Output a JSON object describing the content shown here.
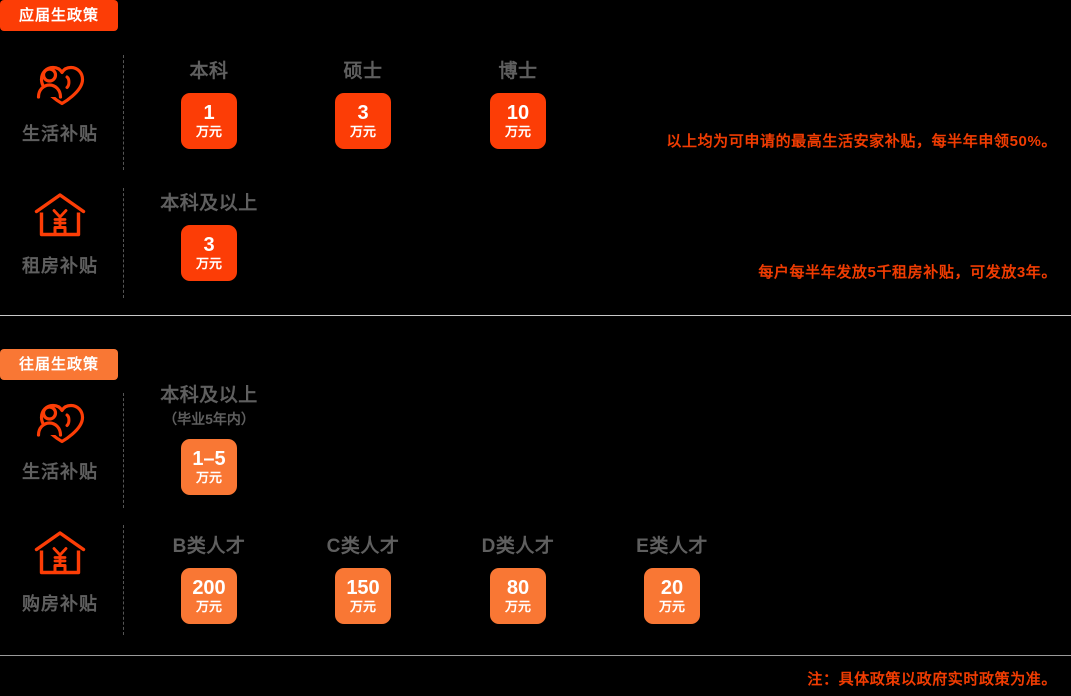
{
  "page": {
    "background": "#000000",
    "accent_strong": "#FC3D06",
    "accent_light": "#F97734",
    "label_gray": "#5F5F5F",
    "note_color": "#F03C02"
  },
  "sections": [
    {
      "badge": "应届生政策",
      "badge_color": "#FC3D06",
      "rows": [
        {
          "icon": "person-in-heart-icon",
          "caption": "生活补贴",
          "columns": [
            {
              "title": "本科",
              "sub": "",
              "value": "1",
              "unit": "万元",
              "chip_color": "#FC3D06"
            },
            {
              "title": "硕士",
              "sub": "",
              "value": "3",
              "unit": "万元",
              "chip_color": "#FC3D06"
            },
            {
              "title": "博士",
              "sub": "",
              "value": "10",
              "unit": "万元",
              "chip_color": "#FC3D06"
            }
          ],
          "note": "以上均为可申请的最高生活安家补贴，每半年申领50%。"
        },
        {
          "icon": "house-yuan-icon",
          "caption": "租房补贴",
          "columns": [
            {
              "title": "本科及以上",
              "sub": "",
              "value": "3",
              "unit": "万元",
              "chip_color": "#FC3D06"
            }
          ],
          "note": "每户每半年发放5千租房补贴，可发放3年。"
        }
      ]
    },
    {
      "badge": "往届生政策",
      "badge_color": "#F97734",
      "rows": [
        {
          "icon": "person-in-heart-icon",
          "caption": "生活补贴",
          "columns": [
            {
              "title": "本科及以上",
              "sub": "（毕业5年内）",
              "value": "1–5",
              "unit": "万元",
              "chip_color": "#F97734"
            }
          ],
          "note": ""
        },
        {
          "icon": "house-yuan-icon",
          "caption": "购房补贴",
          "columns": [
            {
              "title": "B类人才",
              "sub": "",
              "value": "200",
              "unit": "万元",
              "chip_color": "#F97734"
            },
            {
              "title": "C类人才",
              "sub": "",
              "value": "150",
              "unit": "万元",
              "chip_color": "#F97734"
            },
            {
              "title": "D类人才",
              "sub": "",
              "value": "80",
              "unit": "万元",
              "chip_color": "#F97734"
            },
            {
              "title": "E类人才",
              "sub": "",
              "value": "20",
              "unit": "万元",
              "chip_color": "#F97734"
            }
          ],
          "note": ""
        }
      ]
    }
  ],
  "footer": {
    "note": "注：具体政策以政府实时政策为准。"
  }
}
